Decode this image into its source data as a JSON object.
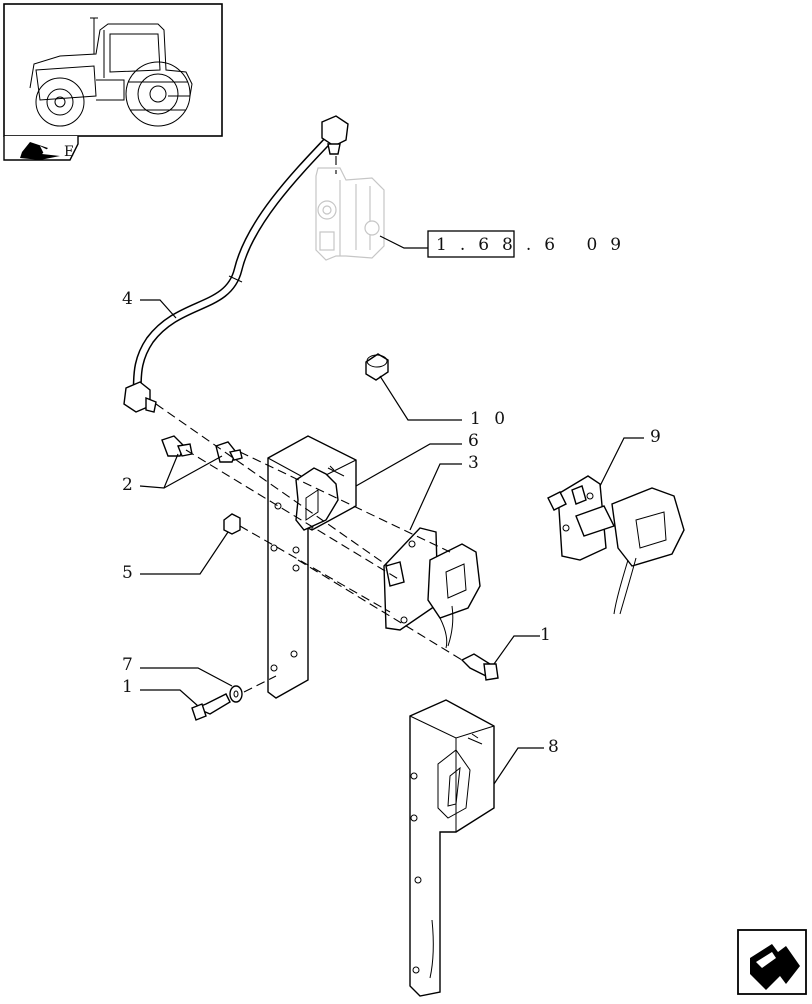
{
  "reference": {
    "code": "1.68.6 09"
  },
  "callouts": [
    {
      "id": "c4",
      "label": "4"
    },
    {
      "id": "c10",
      "label": "1 0"
    },
    {
      "id": "c6",
      "label": "6"
    },
    {
      "id": "c3",
      "label": "3"
    },
    {
      "id": "c9",
      "label": "9"
    },
    {
      "id": "c2",
      "label": "2"
    },
    {
      "id": "c5",
      "label": "5"
    },
    {
      "id": "c1a",
      "label": "1"
    },
    {
      "id": "c7",
      "label": "7"
    },
    {
      "id": "c1b",
      "label": "1"
    },
    {
      "id": "c8",
      "label": "8"
    }
  ],
  "thumbnail": {
    "icon": "tractor-thumbnail",
    "tag": "E"
  },
  "nav": {
    "icon": "next-page-arrow-icon"
  }
}
